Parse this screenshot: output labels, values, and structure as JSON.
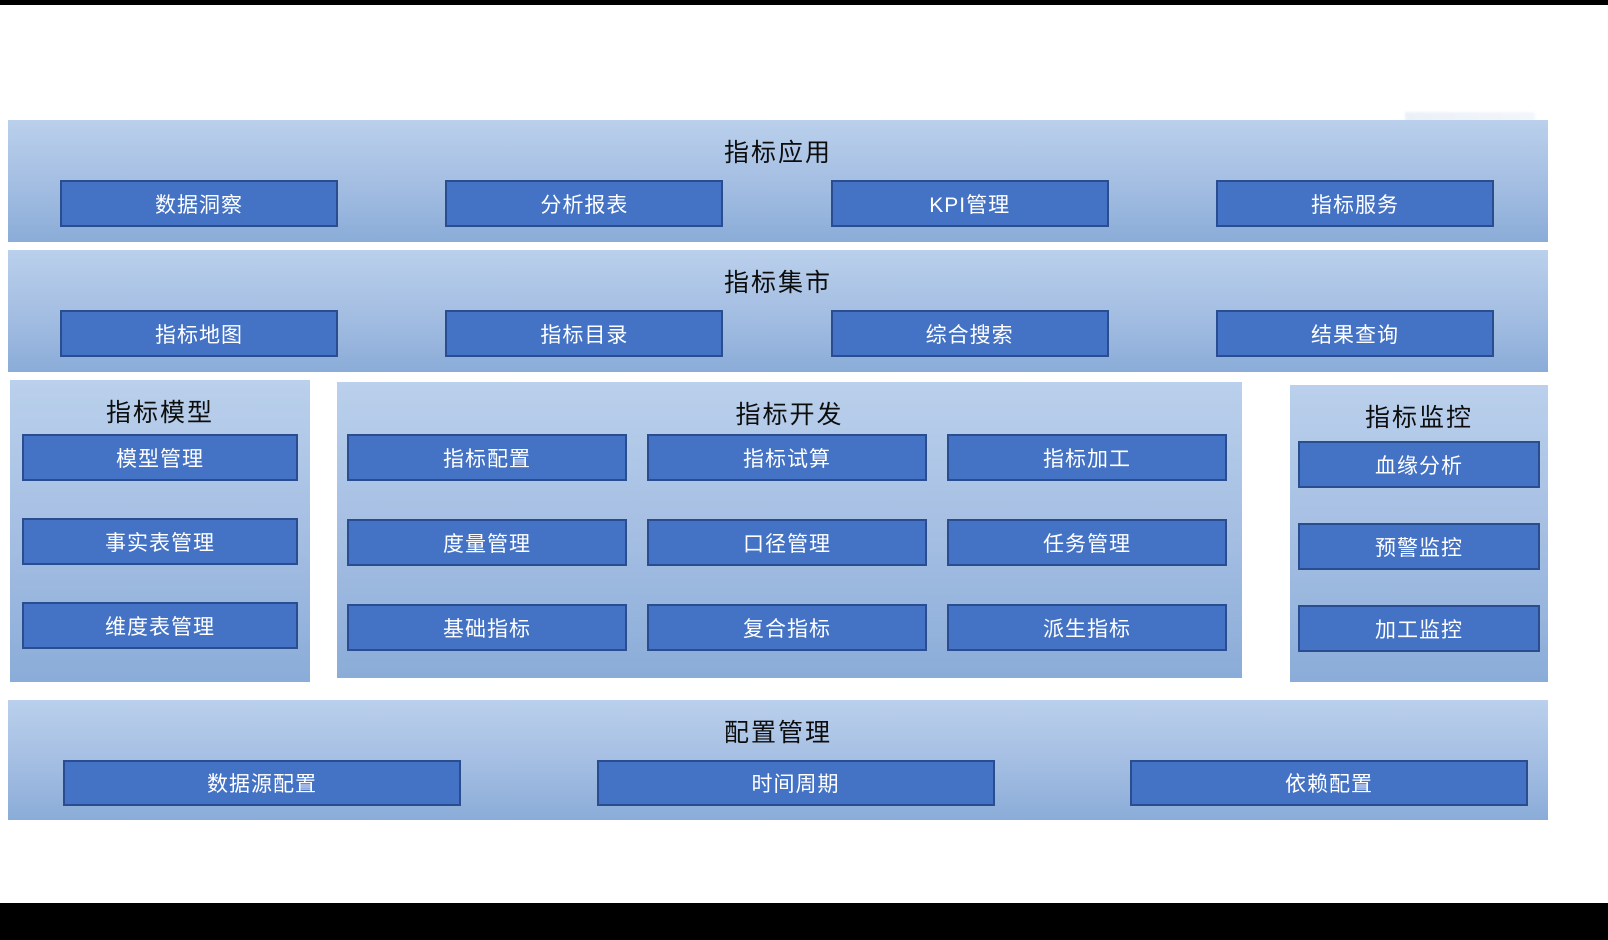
{
  "colors": {
    "panel_gradient_top": "#bad0ec",
    "panel_gradient_bottom": "#8aacd8",
    "block_fill": "#4472c4",
    "block_border": "#2a4d8f",
    "block_text": "#ffffff",
    "title_text": "#0d0d0d",
    "frame": "#000000"
  },
  "sections": {
    "application": {
      "title": "指标应用",
      "items": [
        "数据洞察",
        "分析报表",
        "KPI管理",
        "指标服务"
      ]
    },
    "market": {
      "title": "指标集市",
      "items": [
        "指标地图",
        "指标目录",
        "综合搜索",
        "结果查询"
      ]
    },
    "model": {
      "title": "指标模型",
      "items": [
        "模型管理",
        "事实表管理",
        "维度表管理"
      ]
    },
    "development": {
      "title": "指标开发",
      "items": [
        "指标配置",
        "指标试算",
        "指标加工",
        "度量管理",
        "口径管理",
        "任务管理",
        "基础指标",
        "复合指标",
        "派生指标"
      ]
    },
    "monitoring": {
      "title": "指标监控",
      "items": [
        "血缘分析",
        "预警监控",
        "加工监控"
      ]
    },
    "configuration": {
      "title": "配置管理",
      "items": [
        "数据源配置",
        "时间周期",
        "依赖配置"
      ]
    }
  }
}
